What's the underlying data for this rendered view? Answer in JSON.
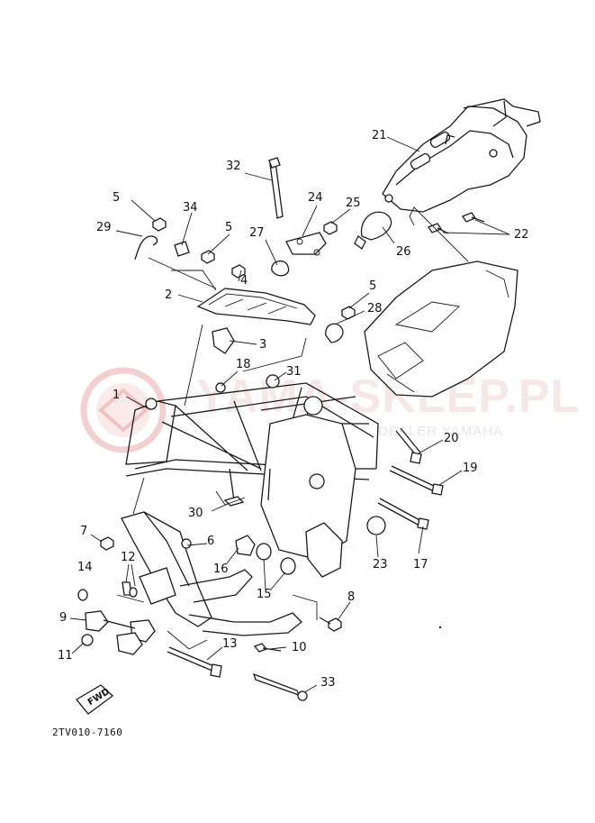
{
  "watermark": {
    "text": "YAMA-SKLEP.PL",
    "subtext": "DEALER YAMAHA",
    "color": "#e08a8a"
  },
  "diagram_code": "2TV010-7160",
  "fwd_label": "FWD",
  "callouts": {
    "c1": "1",
    "c2": "2",
    "c3": "3",
    "c4": "4",
    "c5a": "5",
    "c5b": "5",
    "c5c": "5",
    "c6": "6",
    "c7": "7",
    "c8": "8",
    "c9": "9",
    "c10": "10",
    "c11": "11",
    "c12": "12",
    "c13": "13",
    "c14": "14",
    "c15": "15",
    "c16": "16",
    "c17": "17",
    "c18": "18",
    "c19": "19",
    "c20": "20",
    "c21": "21",
    "c22": "22",
    "c23": "23",
    "c24": "24",
    "c25": "25",
    "c26": "26",
    "c27": "27",
    "c28": "28",
    "c29": "29",
    "c30": "30",
    "c31": "31",
    "c32": "32",
    "c33": "33",
    "c34": "34"
  }
}
